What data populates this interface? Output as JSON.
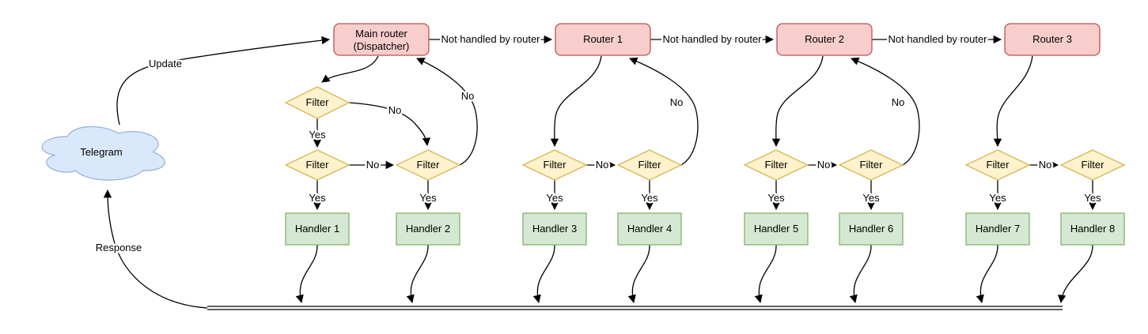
{
  "colors": {
    "background": "#ffffff",
    "router-fill": "#f8cecc",
    "router-stroke": "#b85450",
    "filter-fill": "#fff2cc",
    "filter-stroke": "#d6b656",
    "handler-fill": "#d5e8d4",
    "handler-stroke": "#82b366",
    "cloud-fill": "#dae8fc",
    "cloud-stroke": "#9cb3d9",
    "edge": "#000000",
    "text": "#000000"
  },
  "nodes": {
    "telegram": {
      "label": "Telegram"
    },
    "dispatcher": {
      "line1": "Main router",
      "line2": "(Dispatcher)"
    },
    "routers": [
      {
        "label": "Router 1"
      },
      {
        "label": "Router 2"
      },
      {
        "label": "Router 3"
      }
    ],
    "filter_label": "Filter",
    "handlers": [
      {
        "label": "Handler 1"
      },
      {
        "label": "Handler 2"
      },
      {
        "label": "Handler 3"
      },
      {
        "label": "Handler 4"
      },
      {
        "label": "Handler 5"
      },
      {
        "label": "Handler 6"
      },
      {
        "label": "Handler 7"
      },
      {
        "label": "Handler 8"
      }
    ]
  },
  "edge_labels": {
    "update": "Update",
    "response": "Response",
    "not_handled": "Not handled by router",
    "yes": "Yes",
    "no": "No"
  }
}
